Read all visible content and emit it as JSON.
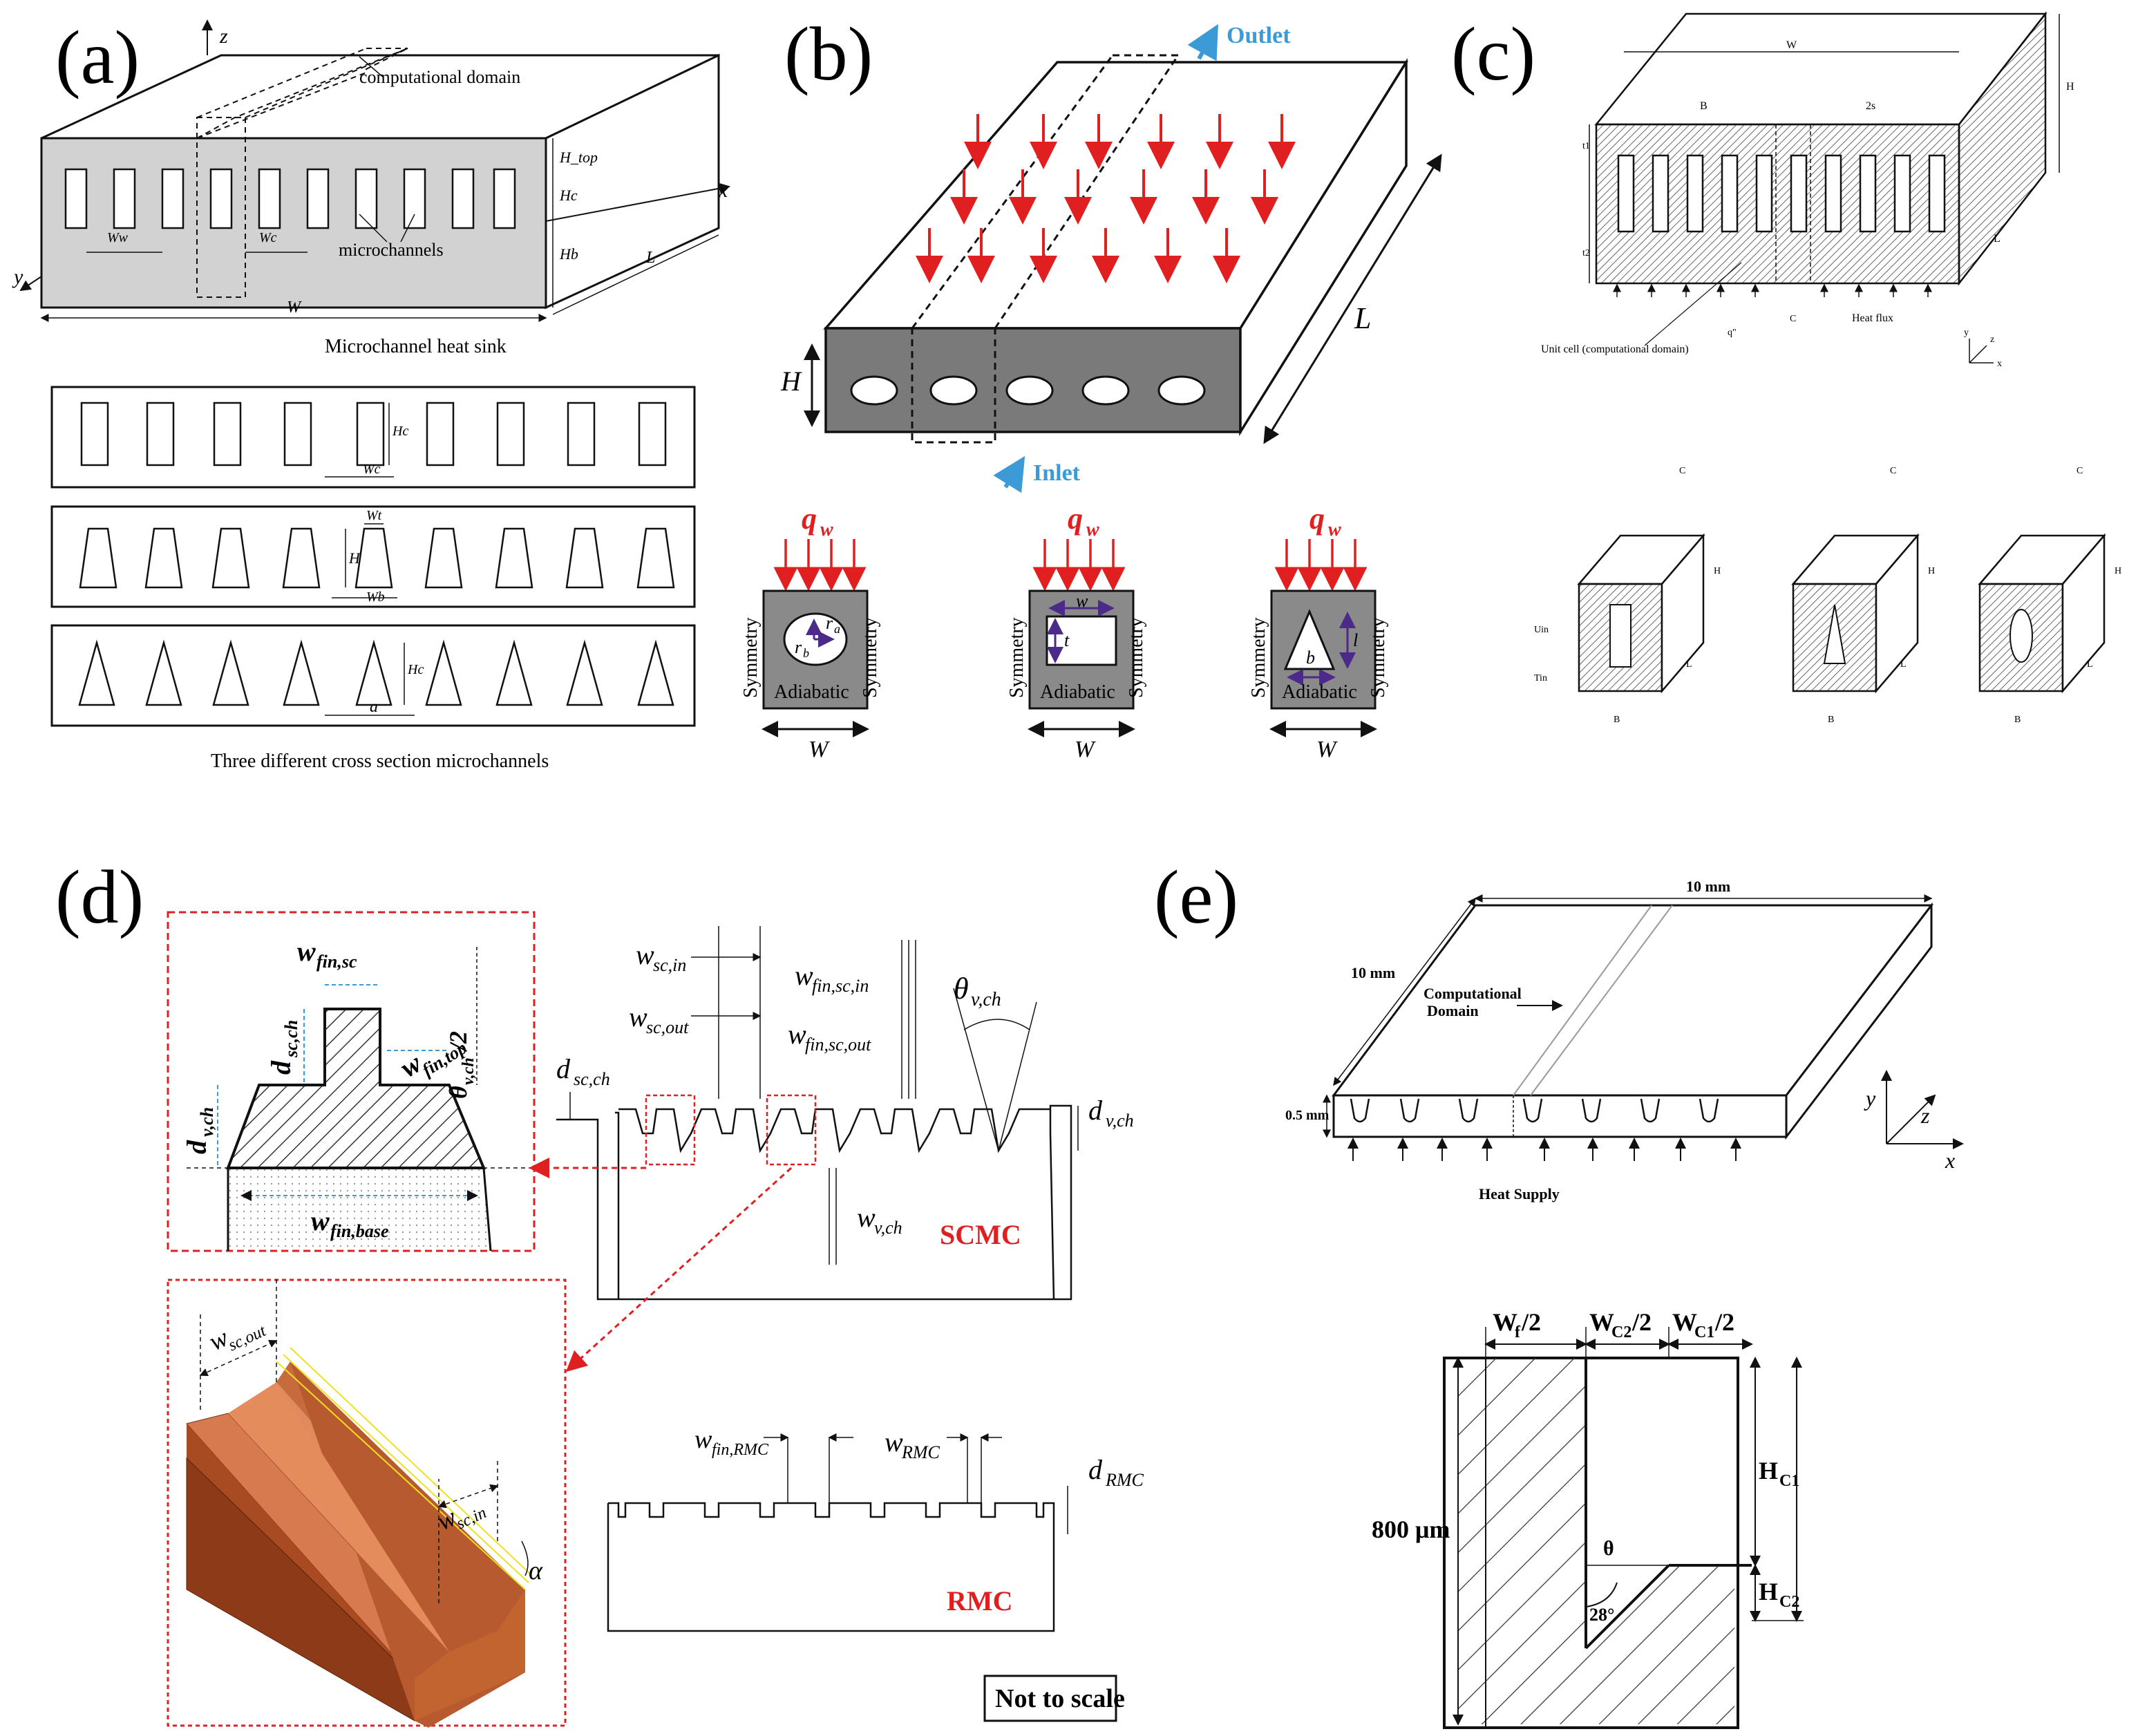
{
  "colors": {
    "red": "#e02020",
    "blue": "#3c9ad6",
    "gray": "#c8c8c8",
    "darkgray": "#8a8a8a",
    "copper": "#b0532c",
    "purple": "#4b2a8a"
  },
  "panel_a": {
    "label": "(a)",
    "axis_z": "z",
    "axis_x": "x",
    "axis_y": "y",
    "computational_domain": "computational domain",
    "microchannels": "microchannels",
    "h_top": "H_top",
    "h_c": "Hc",
    "h_b": "Hb",
    "w_w": "Ww",
    "w_c": "Wc",
    "l": "L",
    "w": "W",
    "caption_top": "Microchannel heat sink",
    "rect_hc": "Hc",
    "rect_wc": "Wc",
    "trap_wt": "Wt",
    "trap_h": "H",
    "trap_wb": "Wb",
    "tri_hc": "Hc",
    "tri_a": "a",
    "caption_bottom": "Three different cross section microchannels"
  },
  "panel_b": {
    "label": "(b)",
    "outlet": "Outlet",
    "inlet": "Inlet",
    "h": "H",
    "l": "L",
    "qw": "q",
    "qw_sub": "w",
    "symmetry": "Symmetry",
    "adiabatic": "Adiabatic",
    "w": "W",
    "circle_ra": "r",
    "circle_ra_sub": "a",
    "circle_rb": "r",
    "circle_rb_sub": "b",
    "rect_w": "w",
    "rect_t": "t",
    "tri_l": "l",
    "tri_b": "b"
  },
  "panel_c": {
    "label": "(c)",
    "w": "W",
    "h": "H",
    "b": "B",
    "two_s": "2s",
    "t1": "t1",
    "t2": "t2",
    "l": "L",
    "q": "q\"",
    "c": "C",
    "heat_flux": "Heat flux",
    "unit_cell": "Unit cell (computational domain)",
    "ax_x": "x",
    "ax_y": "y",
    "ax_z": "z",
    "u_in": "Uin",
    "t_in": "Tin"
  },
  "panel_d": {
    "label": "(d)",
    "w_fin_sc": "w",
    "w_fin_sc_sub": "fin,sc",
    "w_fin_top": "w",
    "w_fin_top_sub": "fin,top",
    "d_sc_ch": "d",
    "d_sc_ch_sub": "sc,ch",
    "theta_half": "θ",
    "theta_half_sub": "v,ch",
    "theta_half_suffix": "/2",
    "d_v_ch": "d",
    "d_v_ch_sub": "v,ch",
    "w_fin_base": "w",
    "w_fin_base_sub": "fin,base",
    "w_sc_in": "w",
    "w_sc_in_sub": "sc,in",
    "w_sc_out": "w",
    "w_sc_out_sub": "sc,out",
    "w_fin_sc_in": "w",
    "w_fin_sc_in_sub": "fin,sc,in",
    "w_fin_sc_out": "w",
    "w_fin_sc_out_sub": "fin,sc,out",
    "theta_v_ch": "θ",
    "theta_v_ch_sub": "v,ch",
    "w_v_ch": "w",
    "w_v_ch_sub": "v,ch",
    "scmc": "SCMC",
    "rmc": "RMC",
    "w_fin_rmc": "w",
    "w_fin_rmc_sub": "fin,RMC",
    "w_rmc": "w",
    "w_rmc_sub": "RMC",
    "d_rmc": "d",
    "d_rmc_sub": "RMC",
    "alpha": "α",
    "not_to_scale": "Not to scale"
  },
  "panel_e": {
    "label": "(e)",
    "ten_mm_top": "10 mm",
    "ten_mm_side": "10 mm",
    "comp_domain_1": "Computational",
    "comp_domain_2": "Domain",
    "thickness": "0.5 mm",
    "heat_supply": "Heat Supply",
    "ax_y": "y",
    "ax_z": "z",
    "ax_x": "x",
    "wf2": "W",
    "wf2_sub": "f",
    "wf2_suffix": "/2",
    "wc2": "W",
    "wc2_sub": "C2",
    "wc2_suffix": "/2",
    "wc1": "W",
    "wc1_sub": "C1",
    "wc1_suffix": "/2",
    "hc1": "H",
    "hc1_sub": "C1",
    "hc2": "H",
    "hc2_sub": "C2",
    "height": "800 μm",
    "theta": "θ",
    "angle": "28°"
  }
}
